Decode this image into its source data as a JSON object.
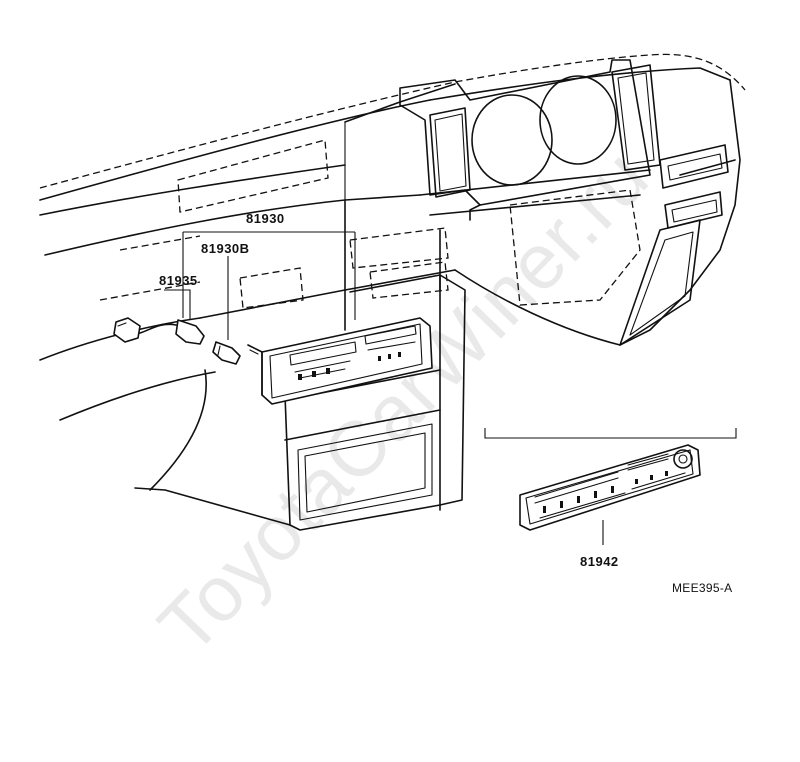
{
  "watermark": {
    "text": "ToyotaCarWiner.ru",
    "color": "#d7d7d7"
  },
  "callouts": {
    "part_81930": "81930",
    "part_81930b": "81930B",
    "part_81935": "81935",
    "part_81942": "81942"
  },
  "diagram_code": "MEE395-A",
  "colors": {
    "line": "#111111",
    "background": "#ffffff"
  }
}
